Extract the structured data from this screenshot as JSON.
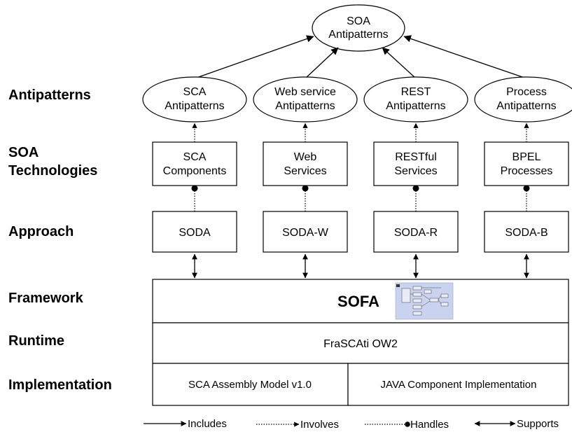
{
  "layers": {
    "antipatterns": [
      "Antipatterns"
    ],
    "technologies": [
      "SOA",
      "Technologies"
    ],
    "approach": [
      "Approach"
    ],
    "framework": [
      "Framework"
    ],
    "runtime": [
      "Runtime"
    ],
    "implementation": [
      "Implementation"
    ]
  },
  "top": {
    "lines": [
      "SOA",
      "Antipatterns"
    ]
  },
  "antipatterns": [
    {
      "lines": [
        "SCA",
        "Antipatterns"
      ]
    },
    {
      "lines": [
        "Web service",
        "Antipatterns"
      ]
    },
    {
      "lines": [
        "REST",
        "Antipatterns"
      ]
    },
    {
      "lines": [
        "Process",
        "Antipatterns"
      ]
    }
  ],
  "technologies": [
    {
      "lines": [
        "SCA",
        "Components"
      ]
    },
    {
      "lines": [
        "Web",
        "Services"
      ]
    },
    {
      "lines": [
        "RESTful",
        "Services"
      ]
    },
    {
      "lines": [
        "BPEL",
        "Processes"
      ]
    }
  ],
  "approaches": [
    "SODA",
    "SODA-W",
    "SODA-R",
    "SODA-B"
  ],
  "framework": {
    "name": "SOFA"
  },
  "runtime": {
    "name": "FraSCAti OW2"
  },
  "implementation": [
    "SCA Assembly Model v1.0",
    "JAVA Component Implementation"
  ],
  "legend": {
    "includes": "Includes",
    "involves": "Involves",
    "handles": "Handles",
    "supports": "Supports"
  },
  "colors": {
    "thumbnail_bg": "#c9d3ef"
  }
}
